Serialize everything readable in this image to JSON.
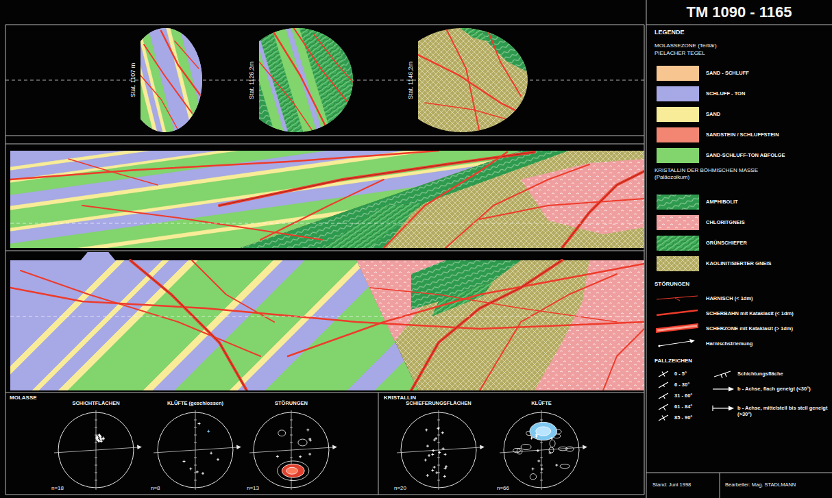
{
  "diagram": {
    "title": "TM 1090 - 1165",
    "nodes": [
      {
        "text": [
          "Stat. 1107 m"
        ]
      },
      {
        "text": [
          "Stat. 1126,2m"
        ]
      },
      {
        "text": [
          "Stat. 1146,2m"
        ]
      },
      {
        "text": [
          "SCHICHTFLÄCHEN",
          "n=18"
        ]
      },
      {
        "text": [
          "KLÜFTE (geschlossen)",
          "n=8"
        ]
      },
      {
        "text": [
          "STÖRUNGEN",
          "n=13"
        ]
      },
      {
        "text": [
          "SCHIEFERUNGSFLÄCHEN",
          "n=20"
        ]
      },
      {
        "text": [
          "KLÜFTE",
          "n=66"
        ]
      }
    ],
    "labels": [
      "LEGENDE",
      "MOLASSEZONE (Tertiär)",
      "PIELACHER TEGEL",
      "KRISTALLIN DER BÖHMISCHEN MASSE (Paläozoikum)",
      "STÖRUNGEN",
      "FALLZEICHEN",
      "Stand: Juni 1998",
      "Bearbeiter: Mag. STADLMANN",
      "MOLASSE",
      "KRISTALLIN"
    ],
    "legend": [
      {
        "text": "SAND - SCHLUFF",
        "color": "#f7c690"
      },
      {
        "text": "SCHLUFF - TON",
        "color": "#a7a8e6"
      },
      {
        "text": "SAND",
        "color": "#f8ec98"
      },
      {
        "text": "SANDSTEIN / SCHLUFFSTEIN",
        "color": "#f28672"
      },
      {
        "text": "SAND-SCHLUFF-TON ABFOLGE",
        "color": "#82d46c"
      },
      {
        "text": "AMPHIBOLIT"
      },
      {
        "text": "CHLORITGNEIS"
      },
      {
        "text": "GRÜNSCHIEFER"
      },
      {
        "text": "KAOLINITISIERTER GNEIS"
      },
      {
        "text": "HARNISCH (< 1dm)"
      },
      {
        "text": "SCHERBAHN mit Kataklasit (< 1dm)"
      },
      {
        "text": "SCHERZONE mit Kataklasit (> 1dm)"
      },
      {
        "text": "Harnischstriemung"
      },
      {
        "text": "0 - 5°"
      },
      {
        "text": "6 - 30°"
      },
      {
        "text": "31 - 60°"
      },
      {
        "text": "61 - 84°"
      },
      {
        "text": "85 - 90°"
      },
      {
        "text": "Schichtungsfläche"
      },
      {
        "text": "b - Achse, flach geneigt (<30°)"
      },
      {
        "text": "b - Achse, mittelsteil bis steil geneigt (>30°)"
      }
    ]
  }
}
